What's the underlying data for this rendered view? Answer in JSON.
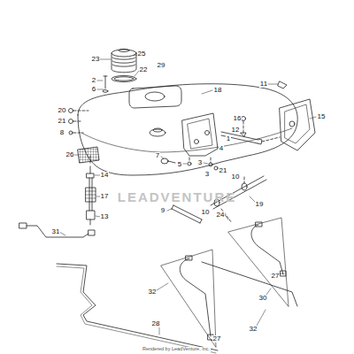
{
  "diagram": {
    "labels": [
      "23",
      "25",
      "22",
      "29",
      "2",
      "6",
      "18",
      "11",
      "20",
      "21",
      "8",
      "16",
      "15",
      "12",
      "1",
      "4",
      "7",
      "5",
      "3",
      "3",
      "21",
      "10",
      "10",
      "24",
      "19",
      "26",
      "14",
      "17",
      "13",
      "9",
      "31",
      "32",
      "27",
      "30",
      "28",
      "32",
      "27",
      "LEADVENTURE",
      "Rendered by LeadVenture, Inc."
    ]
  }
}
